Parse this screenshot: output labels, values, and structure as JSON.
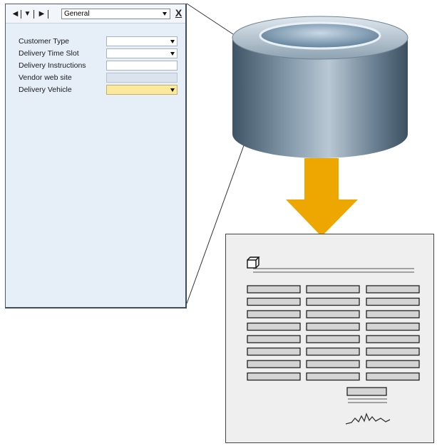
{
  "udf_panel": {
    "category_value": "General",
    "close_label": "X",
    "fields": [
      {
        "label": "Customer Type",
        "value": "",
        "type": "dropdown",
        "state": "normal"
      },
      {
        "label": "Delivery Time Slot",
        "value": "",
        "type": "dropdown",
        "state": "normal"
      },
      {
        "label": "Delivery Instructions",
        "value": "",
        "type": "text",
        "state": "normal"
      },
      {
        "label": "Vendor web site",
        "value": "",
        "type": "text",
        "state": "disabled"
      },
      {
        "label": "Delivery Vehicle",
        "value": "",
        "type": "dropdown",
        "state": "active"
      }
    ]
  },
  "icons": {
    "nav_first": "arrow-left-icon",
    "nav_menu": "dropdown-icon",
    "nav_next": "arrow-right-icon",
    "database": "database-icon",
    "flow": "down-arrow-icon",
    "document": "document-icon",
    "signature": "signature-icon"
  },
  "colors": {
    "panel_bg": "#e6eef7",
    "active_field": "#fde99b",
    "disabled_field": "#dbe3ec",
    "arrow": "#eea600",
    "cylinder": "#6f8394",
    "document_bg": "#efefef"
  }
}
